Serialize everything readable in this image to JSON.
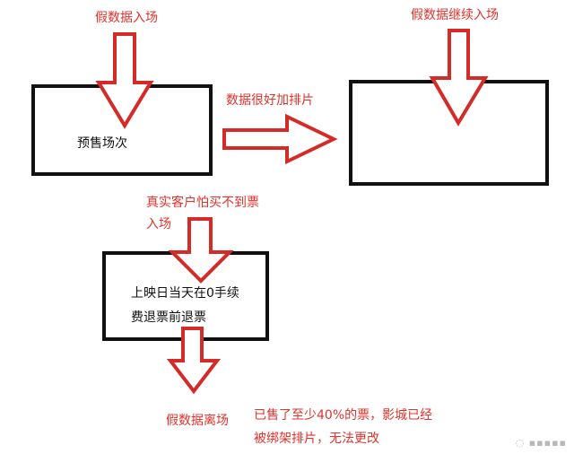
{
  "labels": {
    "fake_entry": "假数据入场",
    "fake_continue_entry": "假数据继续入场",
    "good_data_add_shows": "数据很好加排片",
    "presale_sessions": "预售场次",
    "real_customers_line1": "真实客户怕买不到票",
    "real_customers_line2": "入场",
    "refund_line1": "上映日当天在0手续",
    "refund_line2": "费退票前退票",
    "fake_exit": "假数据离场",
    "note_line1": "已售了至少40%的票，影城已经",
    "note_line2": "被绑架排片，无法更改"
  },
  "colors": {
    "arrow_stroke": "#d42b28",
    "arrow_fill": "#ffffff",
    "box_border": "#111111",
    "red_text": "#e0332c"
  }
}
